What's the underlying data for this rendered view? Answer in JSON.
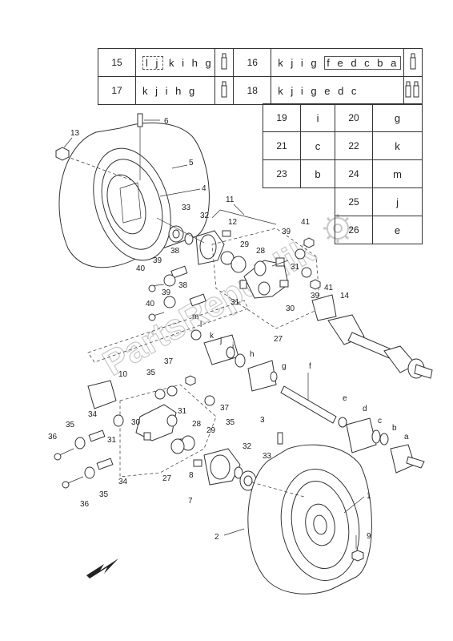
{
  "kit_table": {
    "rows": [
      {
        "ref": "15",
        "codes": "k i h g",
        "dashed_codes": "l j"
      },
      {
        "ref": "16",
        "codes": "k j i g",
        "boxed_codes": "f e d c b a"
      },
      {
        "ref": "17",
        "codes": "k j i h g"
      },
      {
        "ref": "18",
        "codes": "k j i g e d c"
      }
    ]
  },
  "single_table": {
    "cells": [
      {
        "ref": "19",
        "code": "i"
      },
      {
        "ref": "20",
        "code": "g"
      },
      {
        "ref": "21",
        "code": "c"
      },
      {
        "ref": "22",
        "code": "k"
      },
      {
        "ref": "23",
        "code": "b"
      },
      {
        "ref": "24",
        "code": "m"
      },
      {
        "ref": "25",
        "code": "j"
      },
      {
        "ref": "26",
        "code": "e"
      }
    ]
  },
  "callouts": {
    "c1": "1",
    "c2": "2",
    "c3": "3",
    "c4": "4",
    "c5": "5",
    "c6": "6",
    "c7": "7",
    "c8": "8",
    "c9": "9",
    "c10": "10",
    "c11": "11",
    "c12": "12",
    "c13": "13",
    "c14": "14",
    "c27a": "27",
    "c27b": "27",
    "c28a": "28",
    "c28b": "28",
    "c29a": "29",
    "c29b": "29",
    "c30a": "30",
    "c30b": "30",
    "c31a": "31",
    "c31b": "31",
    "c31c": "31",
    "c31d": "31",
    "c32a": "32",
    "c32b": "32",
    "c33a": "33",
    "c33b": "33",
    "c34a": "34",
    "c34b": "34",
    "c35a": "35",
    "c35b": "35",
    "c35c": "35",
    "c35d": "35",
    "c36a": "36",
    "c36b": "36",
    "c37a": "37",
    "c37b": "37",
    "c38a": "38",
    "c38b": "38",
    "c39a": "39",
    "c39b": "39",
    "c39c": "39",
    "c39d": "39",
    "c40a": "40",
    "c40b": "40",
    "c41a": "41",
    "c41b": "41",
    "la": "a",
    "lb": "b",
    "lc": "c",
    "ld": "d",
    "le": "e",
    "lf": "f",
    "lg": "g",
    "lh": "h",
    "li": "i",
    "lj": "j",
    "lk": "k",
    "ll": "l",
    "lm": "m"
  },
  "watermark": "PartsRepublik",
  "colors": {
    "line": "#333333",
    "watermark": "#c8c8c8"
  },
  "icons": [
    "grease-tube-icon",
    "gear-icon",
    "direction-arrow-icon"
  ]
}
